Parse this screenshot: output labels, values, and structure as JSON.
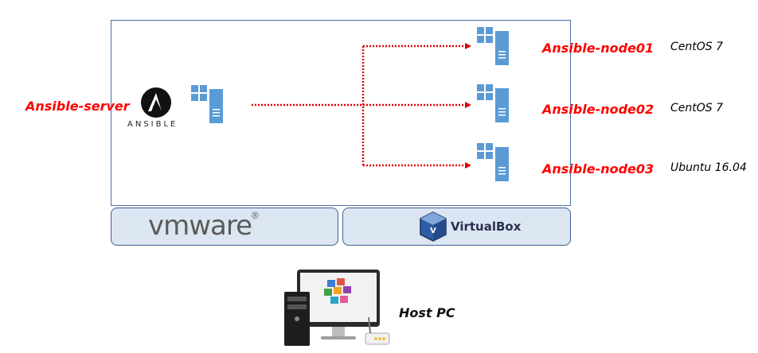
{
  "server": {
    "label": "Ansible-server",
    "logo_text": "ANSIBLE"
  },
  "nodes": [
    {
      "label": "Ansible-node01",
      "os": "CentOS 7"
    },
    {
      "label": "Ansible-node02",
      "os": "CentOS 7"
    },
    {
      "label": "Ansible-node03",
      "os": "Ubuntu 16.04"
    }
  ],
  "hypervisors": {
    "vmware": {
      "label": "vmware",
      "mark": "®"
    },
    "virtualbox": {
      "label": "VirtualBox"
    }
  },
  "host": {
    "label": "Host PC"
  },
  "colors": {
    "label_red": "#ff0000",
    "connector_red": "#e00000",
    "server_blue": "#5b9bd5",
    "frame_border": "#4a6fa5",
    "bar_fill": "#dce6f2"
  },
  "icons": [
    "ansible-logo-icon",
    "server-icon",
    "vmware-logo",
    "virtualbox-logo-icon",
    "host-pc-icon"
  ]
}
